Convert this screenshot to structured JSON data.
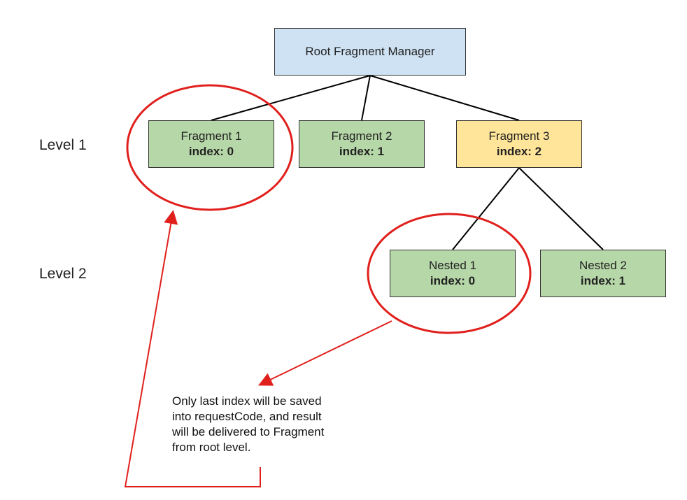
{
  "colors": {
    "root_fill": "#cfe2f3",
    "green_fill": "#b6d7a8",
    "yellow_fill": "#ffe599",
    "highlight_red": "#e0201d",
    "line_black": "#000000"
  },
  "root": {
    "title": "Root Fragment Manager"
  },
  "level_labels": {
    "level1": "Level 1",
    "level2": "Level 2"
  },
  "fragments": [
    {
      "title": "Fragment 1",
      "index": "index: 0"
    },
    {
      "title": "Fragment 2",
      "index": "index: 1"
    },
    {
      "title": "Fragment 3",
      "index": "index: 2"
    }
  ],
  "nested": [
    {
      "title": "Nested 1",
      "index": "index: 0"
    },
    {
      "title": "Nested 2",
      "index": "index: 1"
    }
  ],
  "note": {
    "line1": "Only last index will be saved",
    "line2": "into requestCode, and result",
    "line3": "will be delivered to Fragment",
    "line4": "from root level."
  }
}
